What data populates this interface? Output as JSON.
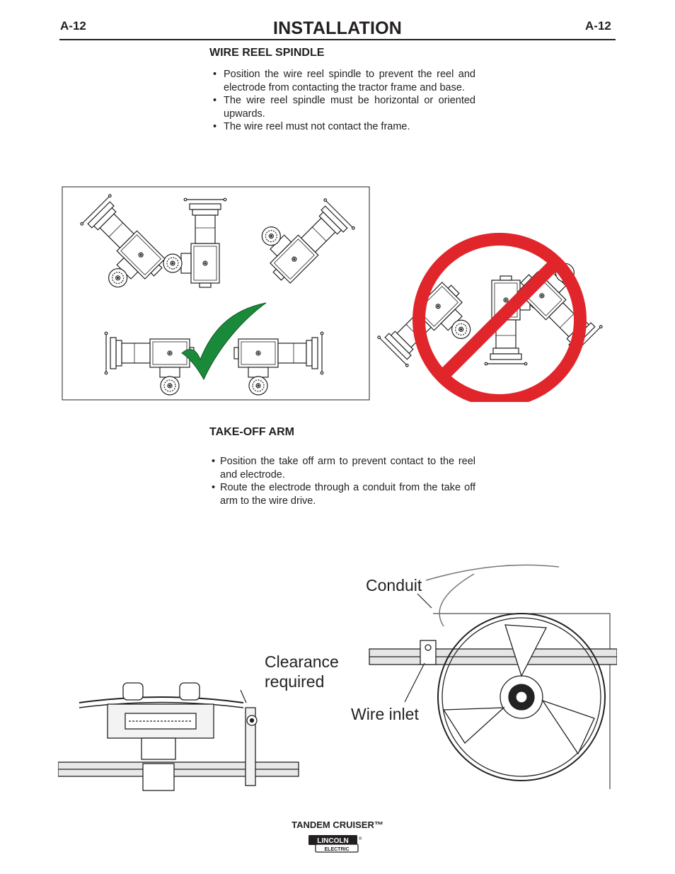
{
  "header": {
    "page_left": "A-12",
    "page_right": "A-12",
    "section_title": "INSTALLATION"
  },
  "wire_reel_spindle": {
    "heading": "WIRE REEL SPINDLE",
    "bullets": [
      "Position the wire reel spindle to prevent the reel and electrode from contacting the tractor frame and base.",
      "The wire reel spindle must be horizontal or oriented upwards.",
      "The wire reel must not contact the frame."
    ]
  },
  "take_off_arm": {
    "heading": "TAKE-OFF ARM",
    "bullets": [
      "Position the take off arm to prevent contact to the reel and electrode.",
      "Route the electrode through a conduit from the take off arm to the wire drive."
    ]
  },
  "figure2": {
    "label_conduit": "Conduit",
    "label_clearance_line1": "Clearance",
    "label_clearance_line2": "required",
    "label_wire_inlet": "Wire inlet"
  },
  "footer": {
    "product": "TANDEM CRUISER™",
    "logo_top": "LINCOLN",
    "logo_bottom": "ELECTRIC",
    "logo_mark": "®"
  },
  "colors": {
    "check_green": "#1a8a3a",
    "prohibit_red": "#e0262b",
    "text": "#231f20"
  }
}
